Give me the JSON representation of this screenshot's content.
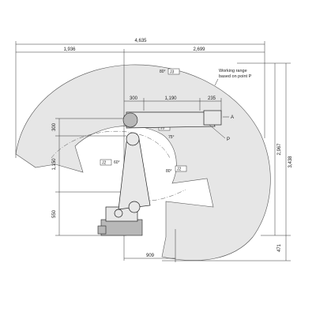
{
  "dimensions": {
    "total_width": "4,635",
    "left_width": "1,936",
    "right_width": "2,699",
    "arm_offset": "300",
    "arm_length": "1,190",
    "wrist_length": "235",
    "upper_offset": "300",
    "lower_arm": "1,150",
    "base_height": "550",
    "base_reach": "909",
    "height_p": "2,967",
    "total_height": "3,438",
    "bottom_depth": "471"
  },
  "labels": {
    "working_range": "Working range",
    "based_on": "based on point P",
    "point_a": "A",
    "point_p": "P"
  },
  "angles": [
    {
      "id": "a1",
      "value": "80°",
      "tag": "J3"
    },
    {
      "id": "a2",
      "value": "75°",
      "tag": "J5"
    },
    {
      "id": "a3",
      "value": "60°",
      "tag": "J2"
    },
    {
      "id": "a4",
      "value": "80°",
      "tag": "J2"
    }
  ],
  "colors": {
    "range_fill": "#e6e6e6",
    "range_stroke": "#555555",
    "line": "#333333"
  }
}
